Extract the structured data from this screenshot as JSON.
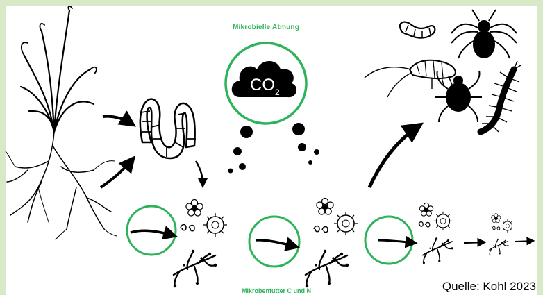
{
  "labels": {
    "top": "Mikrobielle Atmung",
    "bottom": "Mikrobenfutter C und N",
    "co2": "CO",
    "co2_sub": "2",
    "source": "Quelle: Kohl 2023"
  },
  "colors": {
    "frame": "#d9e9c8",
    "accent_green": "#2db35a",
    "ink": "#000000",
    "paper": "#ffffff"
  },
  "icons": [
    "plant-roots-icon",
    "earthworm-icon",
    "co2-cloud-icon",
    "microbe-cluster-icon",
    "fungal-hyphae-icon",
    "springtail-icon",
    "mite-icon",
    "centipede-icon",
    "worm-small-icon"
  ]
}
